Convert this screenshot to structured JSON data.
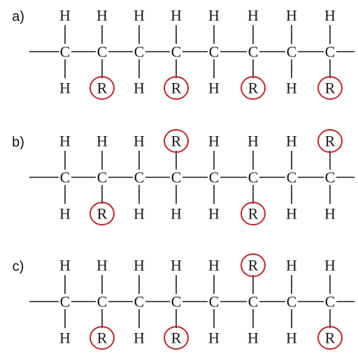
{
  "colors": {
    "ink": "#1a1a1a",
    "highlight": "#c8202a",
    "background": "#ffffff"
  },
  "atoms": {
    "carbon": "C",
    "hydrogen": "H",
    "substituent": "R"
  },
  "panels": [
    {
      "label": "a)",
      "top": [
        "H",
        "H",
        "H",
        "H",
        "H",
        "H",
        "H",
        "H"
      ],
      "bottom": [
        "H",
        "R",
        "H",
        "R",
        "H",
        "R",
        "H",
        "R"
      ]
    },
    {
      "label": "b)",
      "top": [
        "H",
        "H",
        "H",
        "R",
        "H",
        "H",
        "H",
        "R"
      ],
      "bottom": [
        "H",
        "R",
        "H",
        "H",
        "H",
        "R",
        "H",
        "H"
      ]
    },
    {
      "label": "c)",
      "top": [
        "H",
        "H",
        "H",
        "H",
        "H",
        "R",
        "H",
        "H"
      ],
      "bottom": [
        "H",
        "R",
        "H",
        "R",
        "H",
        "H",
        "H",
        "R"
      ]
    }
  ]
}
